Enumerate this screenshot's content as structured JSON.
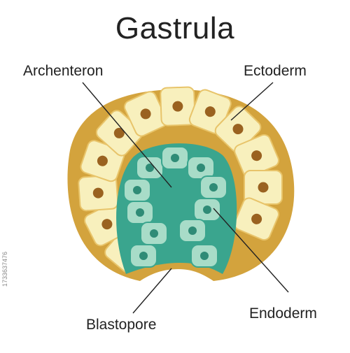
{
  "title": "Gastrula",
  "labels": {
    "archenteron": "Archenteron",
    "ectoderm": "Ectoderm",
    "endoderm": "Endoderm",
    "blastopore": "Blastopore"
  },
  "stock_id": "1733637476",
  "colors": {
    "outer_layer": "#d3a33d",
    "ectoderm_cell": "#f8f0bd",
    "ectoderm_nucleus": "#9a6220",
    "archenteron": "#3aa58e",
    "endoderm_cell": "#a8dcc8",
    "endoderm_nucleus": "#2f8b76",
    "cell_border": "#e8c46a",
    "text": "#222222",
    "pointer_line": "#222222"
  }
}
